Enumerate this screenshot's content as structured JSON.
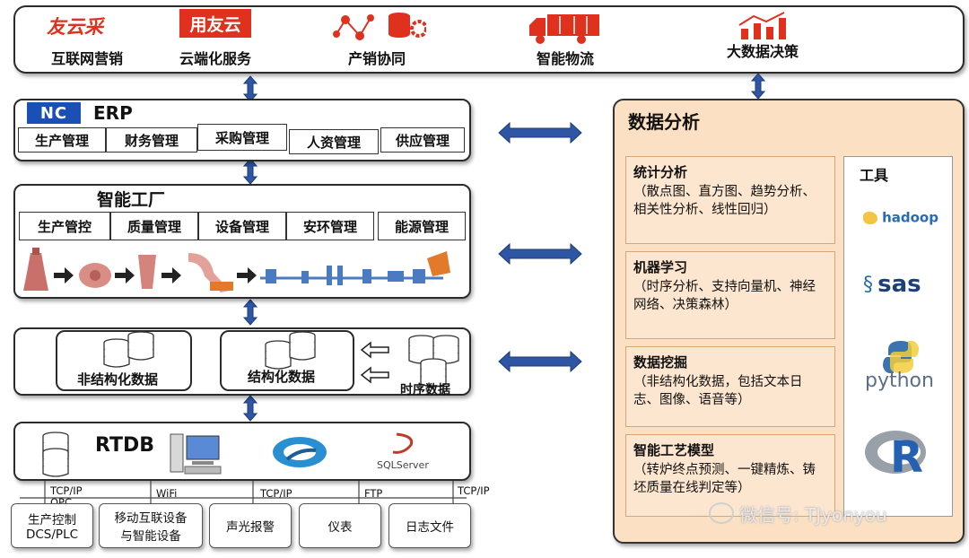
{
  "top_bar": {
    "items": [
      {
        "logo": "友云采",
        "label": "互联网营销"
      },
      {
        "logo": "用友云",
        "label": "云端化服务"
      },
      {
        "label": "产销协同"
      },
      {
        "label": "智能物流"
      },
      {
        "label": "大数据决策"
      }
    ]
  },
  "erp": {
    "logo": "NC",
    "title": "ERP",
    "modules": [
      "生产管理",
      "财务管理",
      "采购管理",
      "人资管理",
      "供应管理"
    ]
  },
  "factory": {
    "title": "智能工厂",
    "modules": [
      "生产管控",
      "质量管理",
      "设备管理",
      "安环管理",
      "能源管理"
    ]
  },
  "data_layer": {
    "unstructured": "非结构化数据",
    "structured": "结构化数据",
    "timeseries": "时序数据"
  },
  "rtdb": {
    "title": "RTDB",
    "sqlserver": "SQLServer"
  },
  "protocols": [
    "TCP/IP",
    "OPC",
    "WiFi",
    "TCP/IP",
    "FTP",
    "TCP/IP"
  ],
  "devices": [
    "生产控制",
    "DCS/PLC",
    "移动互联设备",
    "与智能设备",
    "声光报警",
    "仪表",
    "日志文件"
  ],
  "analysis": {
    "title": "数据分析",
    "panels": [
      {
        "title": "统计分析",
        "text": "（散点图、直方图、趋势分析、相关性分析、线性回归）"
      },
      {
        "title": "机器学习",
        "text": "（时序分析、支持向量机、神经网络、决策森林）"
      },
      {
        "title": "数据挖掘",
        "text": "（非结构化数据，包括文本日志、图像、语音等）"
      },
      {
        "title": "智能工艺模型",
        "text": "（转炉终点预测、一键精炼、铸坯质量在线判定等）"
      }
    ],
    "tools_title": "工具",
    "tools": [
      "hadoop",
      "sas",
      "python",
      "R"
    ]
  },
  "watermark": "微信号: TJyonyou",
  "colors": {
    "brand_red": "#e0301e",
    "panel_bg": "#fde6cf",
    "analysis_bg": "#fbe0c3",
    "arrow_blue": "#2f56a5"
  }
}
